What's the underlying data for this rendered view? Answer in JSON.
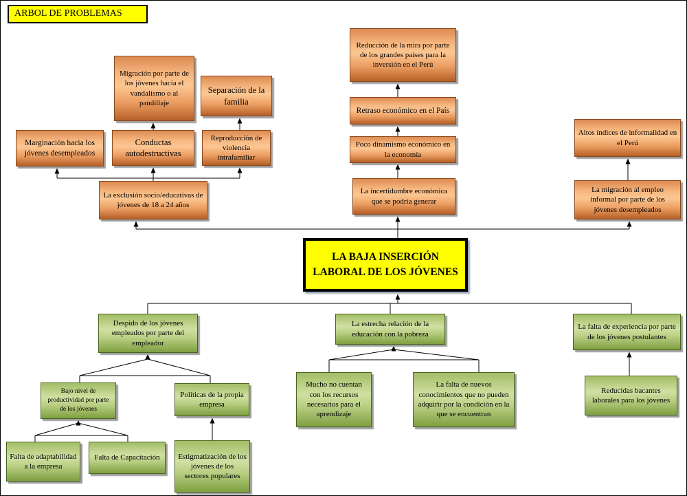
{
  "title": "ARBOL DE PROBLEMAS",
  "colors": {
    "effect_box_fill": "#f2a96b",
    "effect_box_border": "#8a4a1c",
    "cause_box_fill": "#aec97a",
    "cause_box_border": "#49661f",
    "problem_box_fill": "#ffff00",
    "problem_box_border": "#000000",
    "header_fill": "#ffff00",
    "connector": "#000000"
  },
  "nodes": {
    "problem": "LA BAJA INSERCIÓN LABORAL DE LOS JÓVENES",
    "reduccion": "Reducción de la mira por parte de los grandes países para la inversión en el Perú",
    "retraso": "Retraso económico en el País",
    "dinamismo": "Poco dinamismo económico en la economía",
    "incertidumbre": "La incertidumbre económica que se podría generar",
    "migracion_vandalismo": "Migración por parte de los jóvenes hacia el vandalismo o al pandillaje",
    "separacion": "Separación de la familia",
    "marginacion": "Marginación hacia los jóvenes desempleados",
    "conductas": "Conductas autodestructivas",
    "reproduccion": "Reproducción de violencia intrafamiliar",
    "exclusion": "La exclusión socio/educativas de jóvenes de 18 a 24 años",
    "altos_indices": "Altos índices de informalidad en el Perú",
    "migracion_informal": "La migración al empleo informal por parte de los jóvenes desempleados",
    "despido": "Despido de los jóvenes empleados por parte del empleador",
    "estrecha": "La estrecha relación de la educación con la pobreza",
    "falta_experiencia": "La falta de experiencia por parte de los jóvenes postulantes",
    "bajo_nivel": "Bajo nivel de productividad por parte de los jóvenes",
    "politicas": "Políticas de la propia empresa",
    "mucho_no": "Mucho no cuentan con los recursos necesarios para el aprendizaje",
    "falta_conocimientos": "La falta de nuevos conocimientos que no pueden adquirir por la condición en la que se encuentran",
    "reducidas": "Reducidas bacantes laborales para los jóvenes",
    "falta_adaptabilidad": "Falta de adaptabilidad a la empresa",
    "falta_capacitacion": "Falta de Capacitación",
    "estigmatizacion": "Estigmatización de los jóvenes de los sectores populares"
  },
  "edges": [
    [
      "retraso",
      "reduccion"
    ],
    [
      "dinamismo",
      "retraso"
    ],
    [
      "incertidumbre",
      "dinamismo"
    ],
    [
      "problem",
      "incertidumbre"
    ],
    [
      "problem",
      "exclusion"
    ],
    [
      "problem",
      "migracion_informal"
    ],
    [
      "exclusion",
      "marginacion"
    ],
    [
      "exclusion",
      "conductas"
    ],
    [
      "exclusion",
      "reproduccion"
    ],
    [
      "conductas",
      "migracion_vandalismo"
    ],
    [
      "reproduccion",
      "separacion"
    ],
    [
      "migracion_informal",
      "altos_indices"
    ],
    [
      "despido",
      "problem"
    ],
    [
      "estrecha",
      "problem"
    ],
    [
      "falta_experiencia",
      "problem"
    ],
    [
      "bajo_nivel",
      "despido"
    ],
    [
      "politicas",
      "despido"
    ],
    [
      "mucho_no",
      "estrecha"
    ],
    [
      "falta_conocimientos",
      "estrecha"
    ],
    [
      "reducidas",
      "falta_experiencia"
    ],
    [
      "falta_adaptabilidad",
      "bajo_nivel"
    ],
    [
      "falta_capacitacion",
      "bajo_nivel"
    ],
    [
      "estigmatizacion",
      "politicas"
    ]
  ]
}
